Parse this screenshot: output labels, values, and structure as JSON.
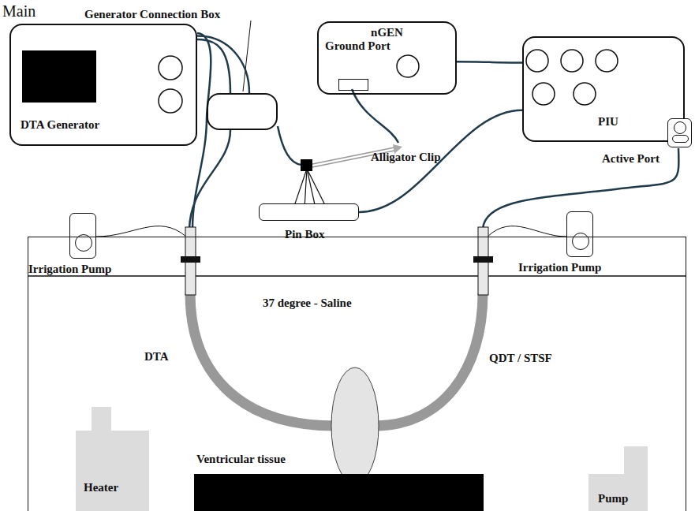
{
  "diagram": {
    "nodes": [
      {
        "text": [
          "DTA Generator"
        ]
      },
      {
        "text": [
          "Generator Connection Box"
        ]
      },
      {
        "text": [
          "nGEN"
        ]
      },
      {
        "text": [
          "Ground Port"
        ],
        "in": 2
      },
      {
        "text": [
          "PIU"
        ]
      },
      {
        "text": [
          "Active Port"
        ]
      },
      {
        "text": [
          "Pin Box"
        ]
      },
      {
        "text": [
          "Irrigation Pump"
        ]
      },
      {
        "text": [
          "Irrigation Pump"
        ]
      },
      {
        "text": [
          "37 degree - Saline"
        ]
      },
      {
        "text": [
          "Ventricular tissue"
        ],
        "in": 9
      },
      {
        "text": [
          "Heater"
        ],
        "in": 9
      },
      {
        "text": [
          "Pump"
        ],
        "in": 9
      }
    ],
    "edges": [
      {
        "from": 0,
        "to": 1,
        "arrow": "none"
      },
      {
        "from": 2,
        "to": 4,
        "arrow": "none"
      },
      {
        "from": 4,
        "to": 6,
        "arrow": "none"
      }
    ],
    "labels": [
      "Main",
      "Alligator Clip",
      "DTA",
      "QDT / STSF"
    ]
  }
}
